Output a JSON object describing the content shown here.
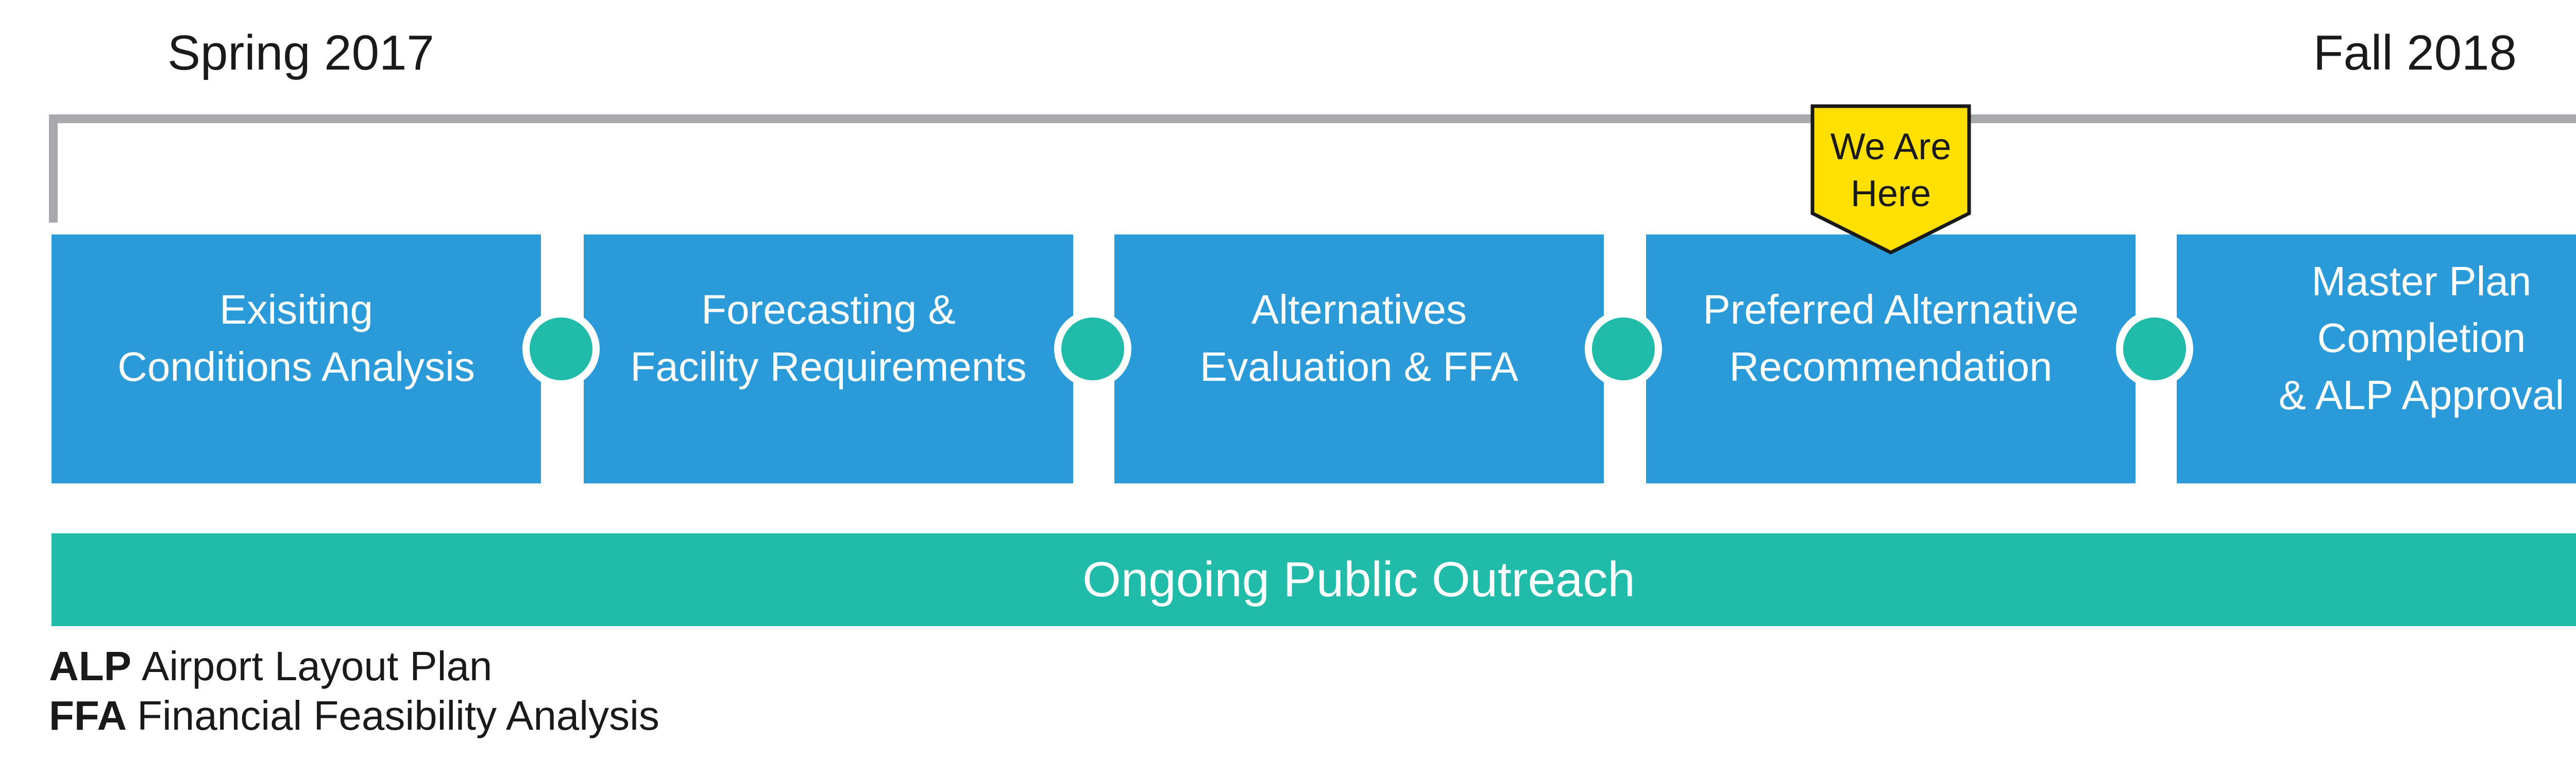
{
  "timeline": {
    "start_label": "Spring 2017",
    "end_label": "Fall 2018"
  },
  "phases": [
    {
      "lines": [
        "Exisiting",
        "Conditions Analysis"
      ]
    },
    {
      "lines": [
        "Forecasting &",
        "Facility Requirements"
      ]
    },
    {
      "lines": [
        "Alternatives",
        "Evaluation & FFA"
      ]
    },
    {
      "lines": [
        "Preferred Alternative",
        "Recommendation"
      ]
    },
    {
      "lines": [
        "Master Plan",
        "Completion",
        "& ALP Approval"
      ]
    }
  ],
  "marker": {
    "lines": [
      "We Are",
      "Here"
    ],
    "current_phase_index": 3
  },
  "outreach": {
    "label": "Ongoing Public Outreach"
  },
  "legend": [
    {
      "abbr": "ALP",
      "definition": "Airport Layout Plan"
    },
    {
      "abbr": "FFA",
      "definition": "Financial Feasibility Analysis"
    }
  ],
  "colors": {
    "phase_blue": "#2a9ad9",
    "teal": "#21bca9",
    "marker_yellow": "#ffe000",
    "bracket_gray": "#a7a9ac"
  }
}
